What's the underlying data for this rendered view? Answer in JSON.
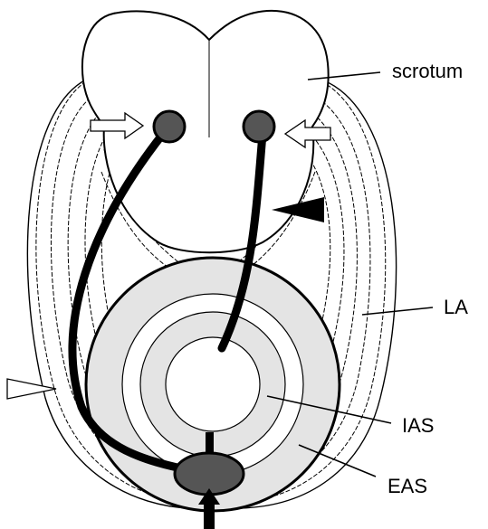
{
  "labels": {
    "scrotum": "scrotum",
    "la": "LA",
    "ias": "IAS",
    "eas": "EAS"
  },
  "colors": {
    "stroke": "#000000",
    "ring_fill": "#e4e4e4",
    "dot_fill": "#555555",
    "background": "#ffffff"
  },
  "icons": [
    "white-arrow-icon",
    "black-arrowhead-icon",
    "white-arrowhead-icon",
    "black-arrow-icon"
  ]
}
